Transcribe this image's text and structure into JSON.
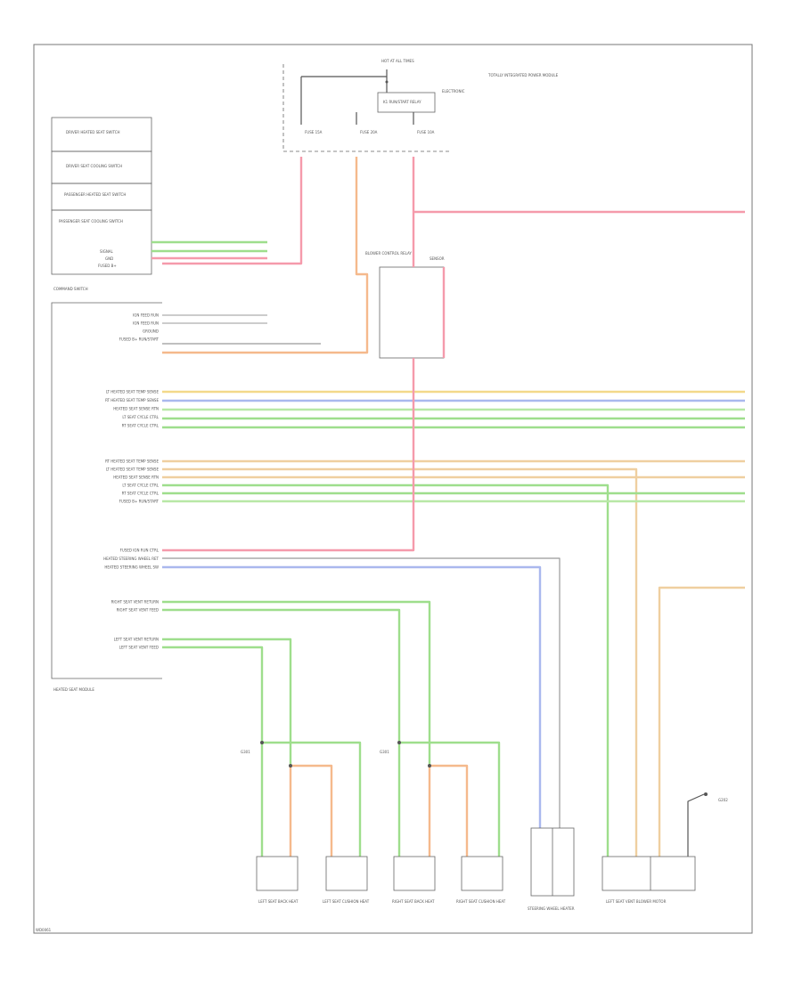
{
  "colors": {
    "red": "#f59aab",
    "orange": "#f5b98c",
    "yellow": "#f3d98a",
    "blue": "#aab8ee",
    "green": "#9ede8c",
    "light_green": "#b8e8a6",
    "tan": "#efcfa0",
    "gray": "#999999"
  },
  "footer": {
    "code": "WD0061"
  },
  "grounds": {
    "g1": "G301",
    "g2": "G301",
    "g3": "G202"
  },
  "fuse_block": {
    "top_label": "HOT AT ALL TIMES",
    "relay_label": "K1 RUN/START RELAY",
    "electronic_label": "ELECTRONIC",
    "side_note": "TOTALLY INTEGRATED POWER MODULE",
    "fuses": [
      "FUSE 15A",
      "FUSE 20A",
      "FUSE 10A"
    ]
  },
  "seat_switch_module": {
    "rows": [
      "DRIVER HEATED SEAT SWITCH",
      "DRIVER SEAT COOLING SWITCH",
      "PASSENGER HEATED SEAT SWITCH",
      "PASSENGER SEAT COOLING SWITCH"
    ],
    "pins": [
      "SIGNAL",
      "GND",
      "FUSED B+"
    ],
    "name": "COMMAND SWITCH"
  },
  "hsm_module": {
    "name": "HEATED SEAT MODULE",
    "group1": [
      "IGN FEED RUN",
      "IGN FEED RUN",
      "GROUND",
      "FUSED B+ RUN/START"
    ],
    "group2": [
      "LT HEATED SEAT TEMP SENSE",
      "RT HEATED SEAT TEMP SENSE",
      "HEATED SEAT SENSE RTN",
      "LT SEAT CYCLE CTRL",
      "RT SEAT CYCLE CTRL"
    ],
    "group3": [
      "RT HEATED SEAT TEMP SENSE",
      "LT HEATED SEAT TEMP SENSE",
      "HEATED SEAT SENSE RTN",
      "LT SEAT CYCLE CTRL",
      "RT SEAT CYCLE CTRL",
      "FUSED B+ RUN/START"
    ],
    "group4": [
      "FUSED IGN RUN CTRL",
      "HEATED STEERING WHEEL RET",
      "HEATED STEERING WHEEL SW"
    ],
    "group5": [
      "RIGHT SEAT VENT RETURN",
      "RIGHT SEAT VENT FEED"
    ],
    "group6": [
      "LEFT SEAT VENT RETURN",
      "LEFT SEAT VENT FEED"
    ]
  },
  "relay_box": {
    "label": "BLOWER CONTROL RELAY",
    "label2": "SENSOR"
  },
  "components": [
    {
      "label": "LEFT SEAT BACK HEAT"
    },
    {
      "label": "LEFT SEAT CUSHION HEAT"
    },
    {
      "label": "RIGHT SEAT BACK HEAT"
    },
    {
      "label": "RIGHT SEAT CUSHION HEAT"
    },
    {
      "label": "STEERING WHEEL HEATER"
    },
    {
      "label": "LEFT SEAT VENT BLOWER MOTOR"
    }
  ]
}
